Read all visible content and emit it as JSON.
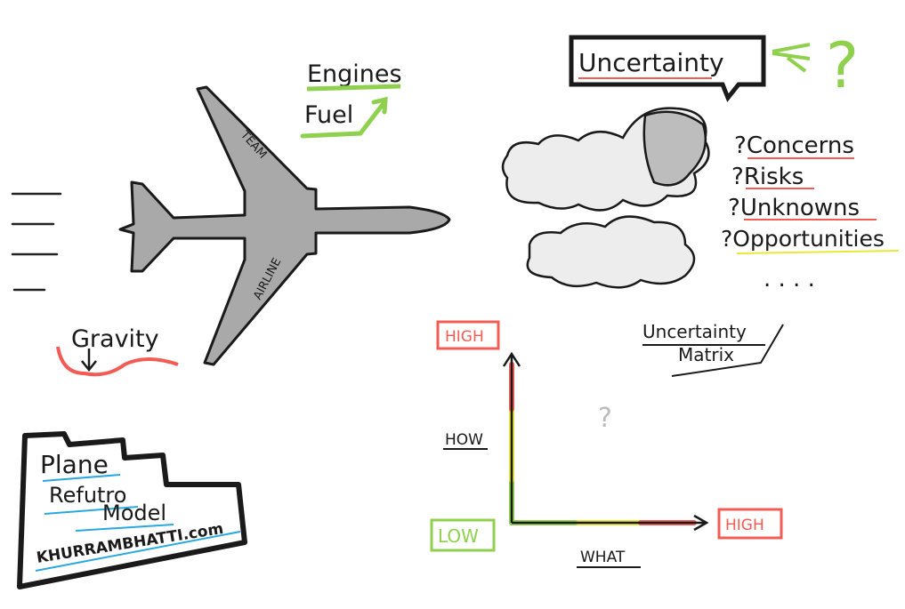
{
  "plane": {
    "wing_top_label": "TEAM",
    "wing_bottom_label": "AIRLINE"
  },
  "forces": {
    "engines": "Engines",
    "fuel": "Fuel",
    "gravity": "Gravity"
  },
  "uncertainty": {
    "title": "Uncertainty",
    "question_mark": "?",
    "items": [
      {
        "label": "Concerns"
      },
      {
        "label": "Risks"
      },
      {
        "label": "Unknowns"
      },
      {
        "label": "Opportunities"
      }
    ],
    "item_prefix": "?",
    "ellipsis": ". . . ."
  },
  "matrix": {
    "title_line1": "Uncertainty",
    "title_line2": "Matrix",
    "y_label": "HOW",
    "x_label": "WHAT",
    "y_high": "HIGH",
    "low": "LOW",
    "x_high": "HIGH",
    "center_mark": "?"
  },
  "model_box": {
    "line1": "Plane",
    "line2": "Refutro",
    "line3": "Model",
    "website": "KHURRAMBHATTI.com"
  },
  "colors": {
    "ink": "#1a1a1a",
    "green": "#8fd14f",
    "red": "#f25c54",
    "yellow": "#e8e83a",
    "blue": "#29a8e0",
    "plane_gray": "#a9a9a9"
  }
}
